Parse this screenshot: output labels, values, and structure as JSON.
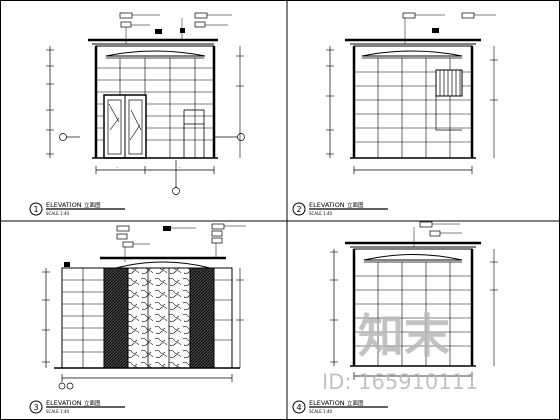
{
  "sheet": {
    "panels": [
      {
        "id": "1",
        "number": "1",
        "title": "ELEVATION",
        "title_suffix": "立面图",
        "scale": "SCALE  1:40"
      },
      {
        "id": "2",
        "number": "2",
        "title": "ELEVATION",
        "title_suffix": "立面图",
        "scale": "SCALE  1:40"
      },
      {
        "id": "3",
        "number": "3",
        "title": "ELEVATION",
        "title_suffix": "立面图",
        "scale": "SCALE  1:40"
      },
      {
        "id": "4",
        "number": "4",
        "title": "ELEVATION",
        "title_suffix": "立面图",
        "scale": "SCALE  1:40"
      }
    ]
  },
  "watermark": {
    "logo_text": "知末",
    "id_text": "ID: 165910111"
  },
  "colors": {
    "line": "#000000",
    "watermark": "#b8b8b8",
    "background": "#ffffff"
  }
}
